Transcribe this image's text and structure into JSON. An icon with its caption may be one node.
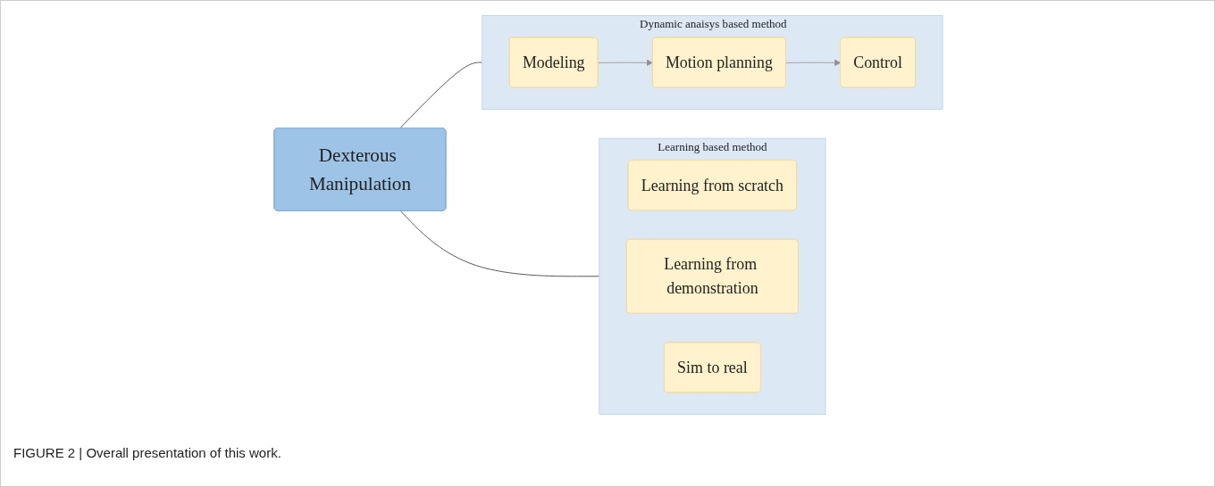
{
  "diagram": {
    "caption": "FIGURE 2 | Overall presentation of this work.",
    "nodes": [
      {
        "text": [
          "Dexterous Manipulation"
        ]
      },
      {
        "text": [
          "Dynamic anaisys based method"
        ]
      },
      {
        "text": [
          "Modeling"
        ],
        "in": 1
      },
      {
        "text": [
          "Motion planning"
        ],
        "in": 1
      },
      {
        "text": [
          "Control"
        ],
        "in": 1
      },
      {
        "text": [
          "Learning based method"
        ]
      },
      {
        "text": [
          "Learning from scratch"
        ],
        "in": 5
      },
      {
        "text": [
          "Learning from demonstration"
        ],
        "in": 5
      },
      {
        "text": [
          "Sim to real"
        ],
        "in": 5
      }
    ],
    "edges": [
      {
        "from": 0,
        "to": 1,
        "arrow": "none"
      },
      {
        "from": 0,
        "to": 5,
        "arrow": "none"
      },
      {
        "from": 2,
        "to": 3,
        "arrow": "to",
        "color": "#909090"
      },
      {
        "from": 3,
        "to": 4,
        "arrow": "to",
        "color": "#909090"
      }
    ]
  }
}
